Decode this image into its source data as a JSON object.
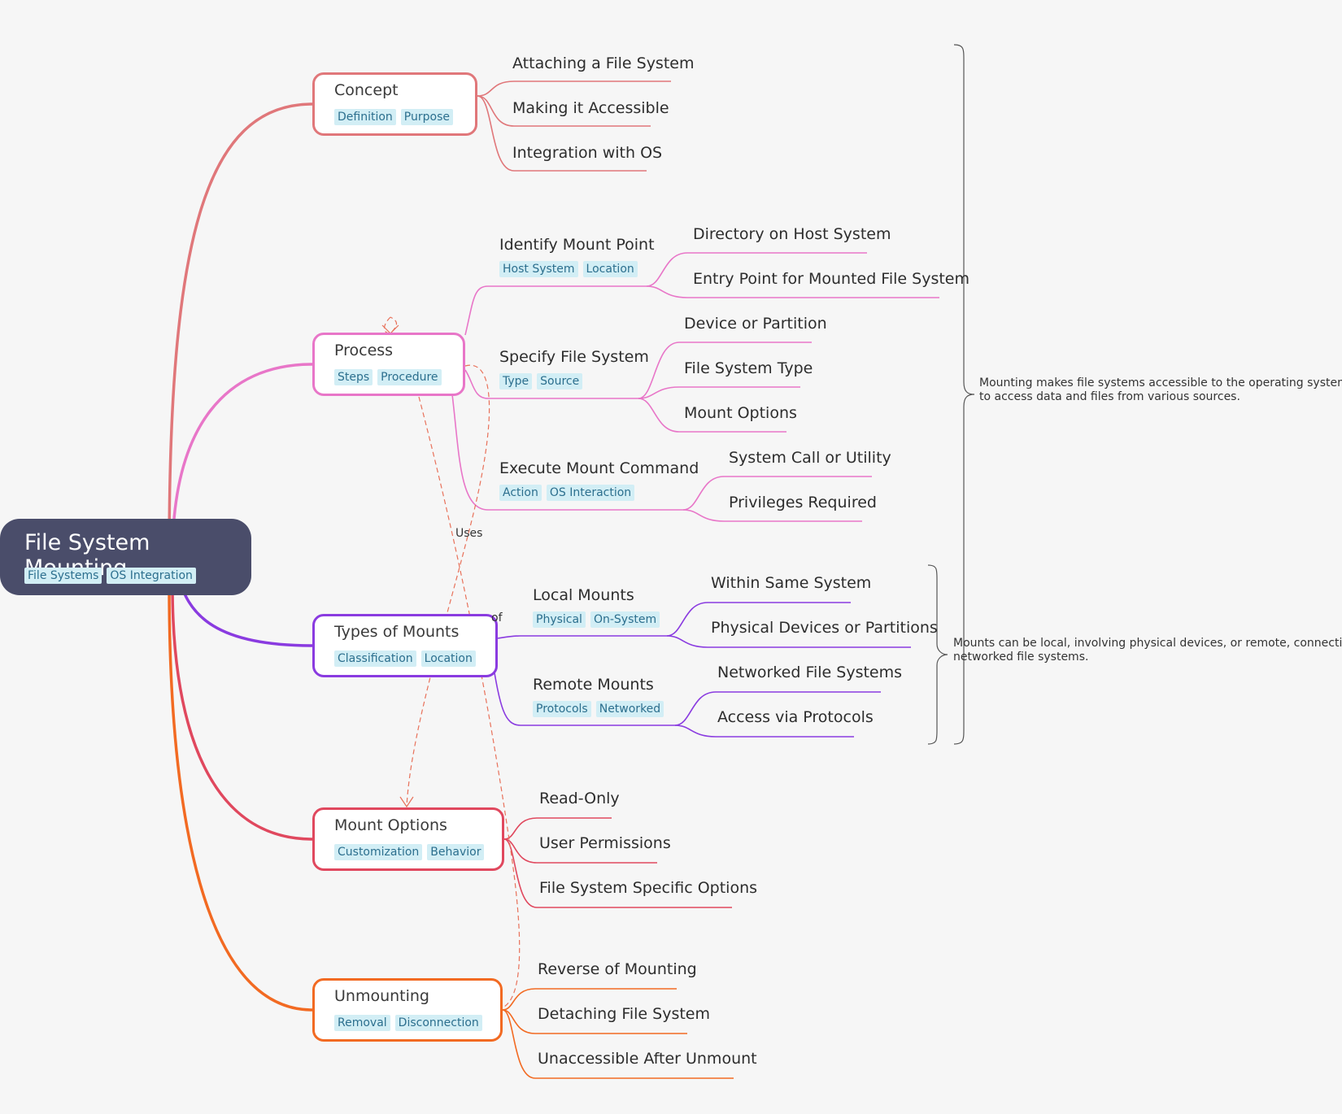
{
  "root": {
    "title": "File System Mounting",
    "tags": [
      "File Systems",
      "OS Integration"
    ],
    "color": "#4a4d6a"
  },
  "branches": [
    {
      "id": "concept",
      "title": "Concept",
      "tags": [
        "Definition",
        "Purpose"
      ],
      "color": "#e0777a",
      "leaves": [
        "Attaching a File System",
        "Making it Accessible",
        "Integration with OS"
      ]
    },
    {
      "id": "process",
      "title": "Process",
      "tags": [
        "Steps",
        "Procedure"
      ],
      "color": "#e876c8",
      "subs": [
        {
          "title": "Identify Mount Point",
          "tags": [
            "Host System",
            "Location"
          ],
          "leaves": [
            "Directory on Host System",
            "Entry Point for Mounted File System"
          ]
        },
        {
          "title": "Specify File System",
          "tags": [
            "Type",
            "Source"
          ],
          "leaves": [
            "Device or Partition",
            "File System Type",
            "Mount Options"
          ]
        },
        {
          "title": "Execute Mount Command",
          "tags": [
            "Action",
            "OS Interaction"
          ],
          "leaves": [
            "System Call or Utility",
            "Privileges Required"
          ]
        }
      ]
    },
    {
      "id": "types",
      "title": "Types of Mounts",
      "tags": [
        "Classification",
        "Location"
      ],
      "color": "#8a3be0",
      "subs": [
        {
          "title": "Local Mounts",
          "tags": [
            "Physical",
            "On-System"
          ],
          "leaves": [
            "Within Same System",
            "Physical Devices or Partitions"
          ]
        },
        {
          "title": "Remote Mounts",
          "tags": [
            "Protocols",
            "Networked"
          ],
          "leaves": [
            "Networked File Systems",
            "Access via Protocols"
          ]
        }
      ]
    },
    {
      "id": "options",
      "title": "Mount Options",
      "tags": [
        "Customization",
        "Behavior"
      ],
      "color": "#e0485e",
      "leaves": [
        "Read-Only",
        "User Permissions",
        "File System Specific Options"
      ]
    },
    {
      "id": "unmount",
      "title": "Unmounting",
      "tags": [
        "Removal",
        "Disconnection"
      ],
      "color": "#f26a22",
      "leaves": [
        "Reverse of Mounting",
        "Detaching File System",
        "Unaccessible After Unmount"
      ]
    }
  ],
  "summaries": [
    {
      "text_lines": [
        "Mounting makes file systems accessible to the operating system",
        "to access data and files from various sources."
      ]
    },
    {
      "text_lines": [
        "Mounts can be local, involving physical devices, or remote, connecting to",
        "networked file systems."
      ]
    }
  ],
  "relationships": [
    {
      "label": "Uses"
    },
    {
      "label": "of"
    }
  ],
  "colors": {
    "tag_bg": "#d2eef5",
    "tag_text": "#2c6f8e",
    "relationship": "#e8715a",
    "summary_bracket": "#555555"
  }
}
